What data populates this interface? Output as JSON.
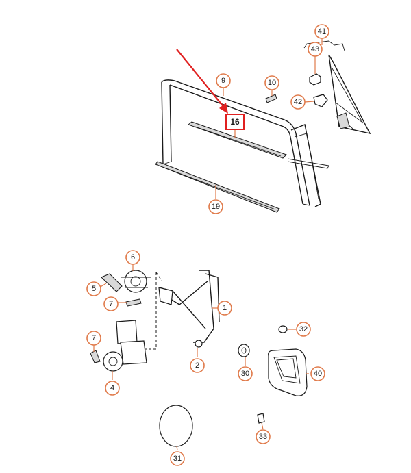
{
  "callouts": {
    "c41": "41",
    "c43": "43",
    "c9": "9",
    "c10": "10",
    "c42": "42",
    "c16": "16",
    "c19": "19",
    "c6": "6",
    "c5": "5",
    "c7a": "7",
    "c1": "1",
    "c32": "32",
    "c7b": "7",
    "c2": "2",
    "c30": "30",
    "c40": "40",
    "c4": "4",
    "c33": "33",
    "c31": "31"
  },
  "colors": {
    "callout_ring": "#e07a4a",
    "highlight": "#e02020",
    "linework": "#1a1a1a"
  },
  "highlighted_part": "16"
}
